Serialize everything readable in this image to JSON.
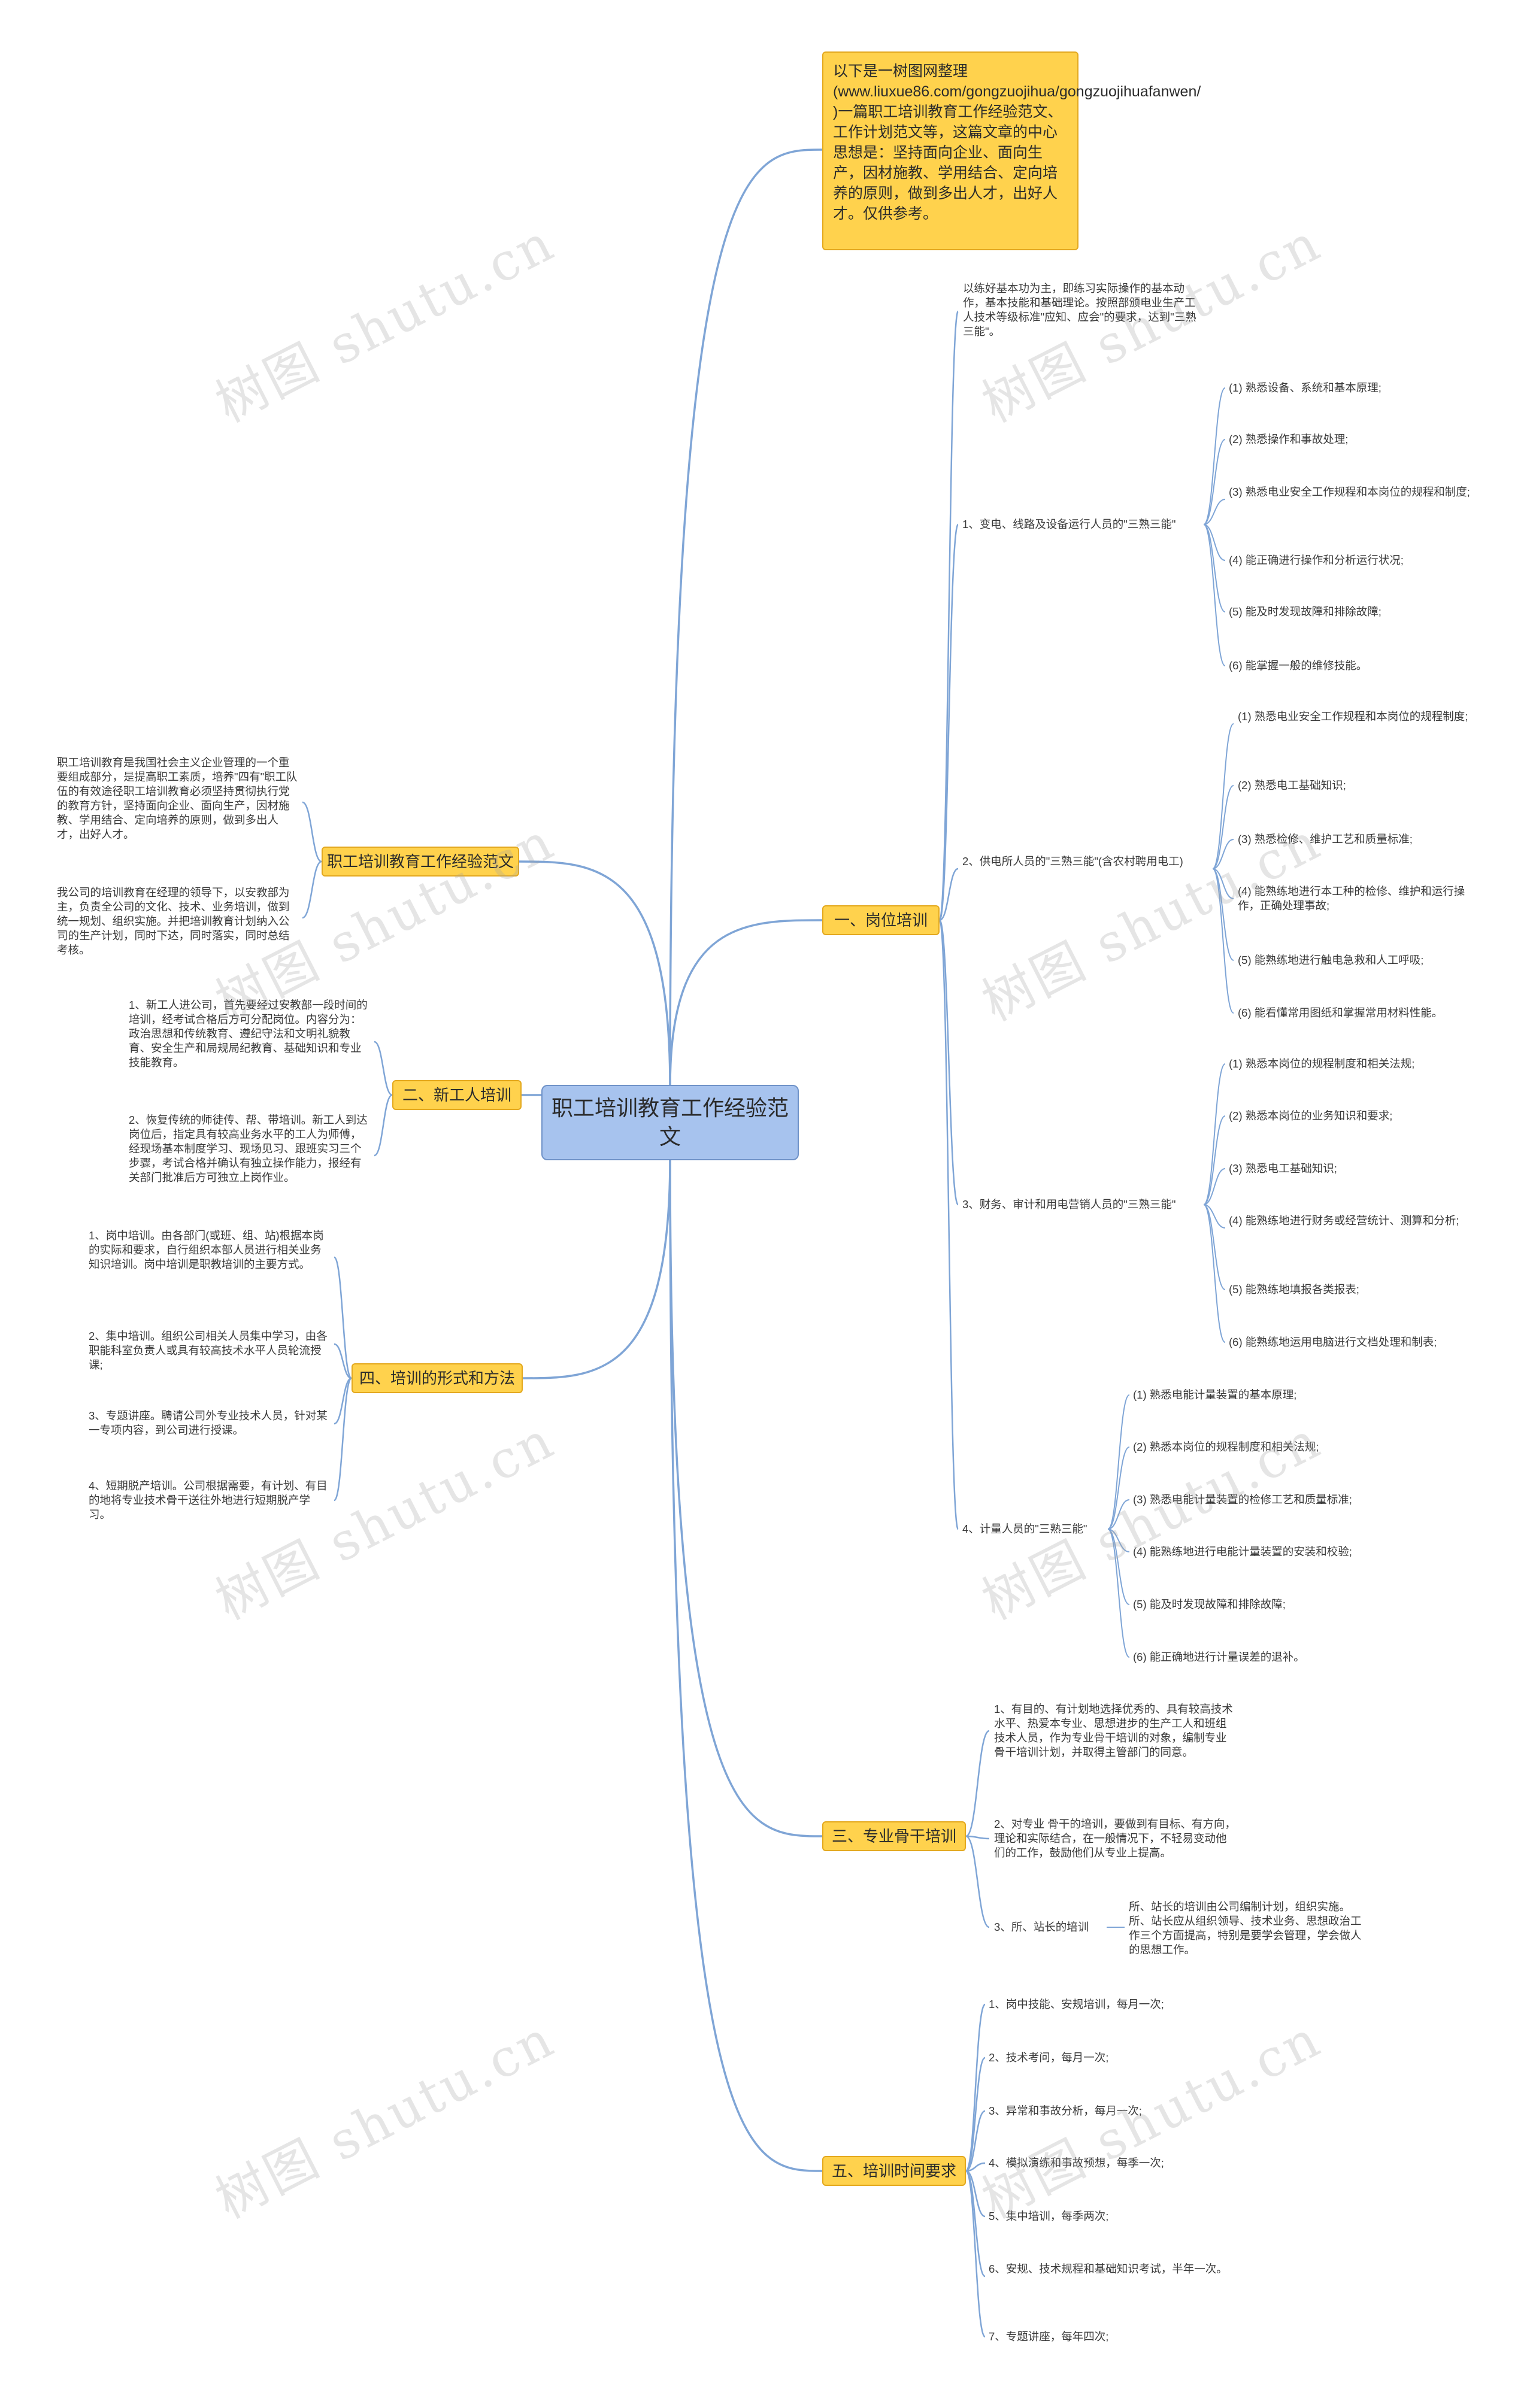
{
  "root": {
    "title": "职工培训教育工作经验范文"
  },
  "intro": {
    "text": "以下是一树图网整理(www.liuxue86.com/gongzuojihua/gongzuojihuafanwen/ )一篇职工培训教育工作经验范文、工作计划范文等，这篇文章的中心思想是：坚持面向企业、面向生产，因材施教、学用结合、定向培养的原则，做到多出人才，出好人才。仅供参考。"
  },
  "b1": {
    "label": "一、岗位培训",
    "intro": "以练好基本功为主，即练习实际操作的基本动作，基本技能和基础理论。按照部颁电业生产工人技术等级标准\"应知、应会\"的要求，达到\"三熟三能\"。",
    "g1": {
      "label": "1、变电、线路及设备运行人员的\"三熟三能\"",
      "items": [
        "(1) 熟悉设备、系统和基本原理;",
        "(2) 熟悉操作和事故处理;",
        "(3) 熟悉电业安全工作规程和本岗位的规程和制度;",
        "(4) 能正确进行操作和分析运行状况;",
        "(5) 能及时发现故障和排除故障;",
        "(6) 能掌握一般的维修技能。"
      ]
    },
    "g2": {
      "label": "2、供电所人员的\"三熟三能\"(含农村聘用电工)",
      "items": [
        "(1) 熟悉电业安全工作规程和本岗位的规程制度;",
        "(2) 熟悉电工基础知识;",
        "(3) 熟悉检修、维护工艺和质量标准;",
        "(4) 能熟练地进行本工种的检修、维护和运行操作，正确处理事故;",
        "(5) 能熟练地进行触电急救和人工呼吸;",
        "(6) 能看懂常用图纸和掌握常用材料性能。"
      ]
    },
    "g3": {
      "label": "3、财务、审计和用电营销人员的\"三熟三能\"",
      "items": [
        "(1) 熟悉本岗位的规程制度和相关法规;",
        "(2) 熟悉本岗位的业务知识和要求;",
        "(3) 熟悉电工基础知识;",
        "(4) 能熟练地进行财务或经营统计、测算和分析;",
        "(5) 能熟练地填报各类报表;",
        "(6) 能熟练地运用电脑进行文档处理和制表;"
      ]
    },
    "g4": {
      "label": "4、计量人员的\"三熟三能\"",
      "items": [
        "(1) 熟悉电能计量装置的基本原理;",
        "(2) 熟悉本岗位的规程制度和相关法规;",
        "(3) 熟悉电能计量装置的检修工艺和质量标准;",
        "(4) 能熟练地进行电能计量装置的安装和校验;",
        "(5) 能及时发现故障和排除故障;",
        "(6) 能正确地进行计量误差的退补。"
      ]
    }
  },
  "b3": {
    "label": "三、专业骨干培训",
    "item1": "1、有目的、有计划地选择优秀的、具有较高技术水平、热爱本专业、思想进步的生产工人和班组技术人员，作为专业骨干培训的对象，编制专业骨干培训计划，并取得主管部门的同意。",
    "item2": "2、对专业 骨干的培训，要做到有目标、有方向，理论和实际结合，在一般情况下，不轻易变动他们的工作，鼓励他们从专业上提高。",
    "item3": {
      "label": "3、所、站长的培训",
      "text": "所、站长的培训由公司编制计划，组织实施。所、站长应从组织领导、技术业务、思想政治工作三个方面提高，特别是要学会管理，学会做人的思想工作。"
    }
  },
  "b5": {
    "label": "五、培训时间要求",
    "items": [
      "1、岗中技能、安规培训，每月一次;",
      "2、技术考问，每月一次;",
      "3、异常和事故分析，每月一次;",
      "4、模拟演练和事故预想，每季一次;",
      "5、集中培训，每季两次;",
      "6、安规、技术规程和基础知识考试，半年一次。",
      "7、专题讲座，每年四次;"
    ]
  },
  "lb1": {
    "label": "职工培训教育工作经验范文",
    "p1": "职工培训教育是我国社会主义企业管理的一个重要组成部分，是提高职工素质，培养\"四有\"职工队伍的有效途径职工培训教育必须坚持贯彻执行党的教育方针，坚持面向企业、面向生产，因材施教、学用结合、定向培养的原则，做到多出人才，出好人才。",
    "p2": "我公司的培训教育在经理的领导下，以安教部为主，负责全公司的文化、技术、业务培训，做到统一规划、组织实施。并把培训教育计划纳入公司的生产计划，同时下达，同时落实，同时总结考核。"
  },
  "lb2": {
    "label": "二、新工人培训",
    "p1": "1、新工人进公司，首先要经过安教部一段时间的培训，经考试合格后方可分配岗位。内容分为：政治思想和传统教育、遵纪守法和文明礼貌教育、安全生产和局规局纪教育、基础知识和专业技能教育。",
    "p2": "2、恢复传统的师徒传、帮、带培训。新工人到达岗位后，指定具有较高业务水平的工人为师傅，经现场基本制度学习、现场见习、跟班实习三个步骤，考试合格并确认有独立操作能力，报经有关部门批准后方可独立上岗作业。"
  },
  "lb4": {
    "label": "四、培训的形式和方法",
    "p1": "1、岗中培训。由各部门(或班、组、站)根据本岗的实际和要求，自行组织本部人员进行相关业务知识培训。岗中培训是职教培训的主要方式。",
    "p2": "2、集中培训。组织公司相关人员集中学习，由各职能科室负责人或具有较高技术水平人员轮流授课;",
    "p3": "3、专题讲座。聘请公司外专业技术人员，针对某一专项内容，到公司进行授课。",
    "p4": "4、短期脱产培训。公司根据需要，有计划、有目的地将专业技术骨干送往外地进行短期脱产学习。"
  },
  "watermark": "树图 shutu.cn",
  "colors": {
    "line": "#7fa5d6",
    "branch_bg": "#ffd24d",
    "root_bg": "#a7c3ee"
  }
}
